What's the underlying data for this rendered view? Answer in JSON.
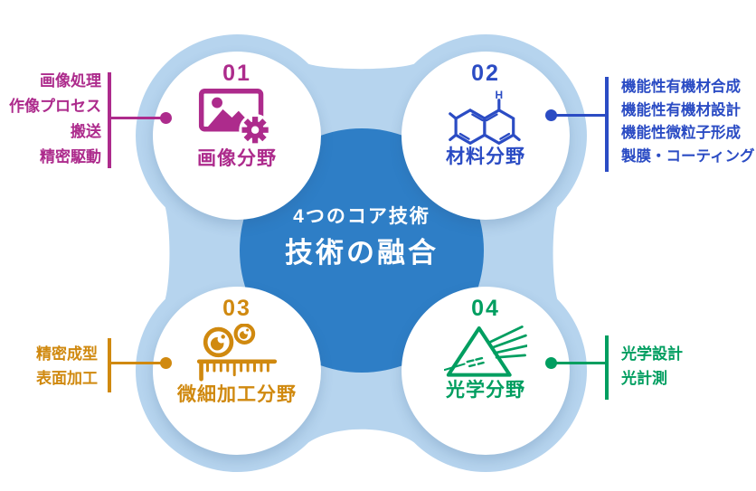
{
  "center": {
    "subtitle": "4つのコア技術",
    "title": "技術の融合"
  },
  "colors": {
    "background_blob": "#b6d4ee",
    "center_circle": "#2e7ec6",
    "center_text": "#ffffff",
    "field01_accent": "#ad2b8c",
    "field02_accent": "#2b4cc4",
    "field03_accent": "#d0890f",
    "field04_accent": "#009e60"
  },
  "fields": [
    {
      "number": "01",
      "name": "画像分野",
      "icon": "image-gear-icon",
      "labels": [
        "画像処理",
        "作像プロセス",
        "搬送",
        "精密駆動"
      ]
    },
    {
      "number": "02",
      "name": "材料分野",
      "icon": "molecule-icon",
      "labels": [
        "機能性有機材合成",
        "機能性有機材設計",
        "機能性微粒子形成",
        "製膜・コーティング"
      ]
    },
    {
      "number": "03",
      "name": "微細加工分野",
      "icon": "particles-ruler-icon",
      "labels": [
        "精密成型",
        "表面加工"
      ]
    },
    {
      "number": "04",
      "name": "光学分野",
      "icon": "prism-icon",
      "labels": [
        "光学設計",
        "光計測"
      ]
    }
  ]
}
